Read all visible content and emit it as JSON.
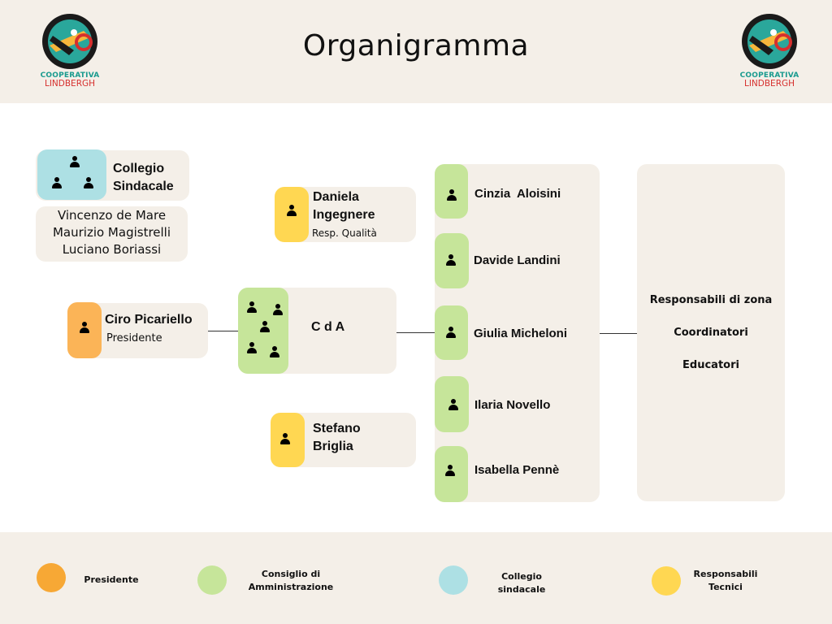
{
  "header": {
    "title": "Organigramma",
    "logo_line1": "COOPERATIVA",
    "logo_line2": "LINDBERGH"
  },
  "collegio": {
    "name_line1": "Collegio",
    "name_line2": "Sindacale",
    "members": [
      "Vincenzo de Mare",
      "Maurizio Magistrelli",
      "Luciano Boriassi"
    ]
  },
  "presidente": {
    "name": "Ciro Picariello",
    "role": "Presidente"
  },
  "cda": {
    "label": "C d A"
  },
  "tecnici": [
    {
      "name_line1": "Daniela",
      "name_line2": "Ingegnere",
      "role": "Resp. Qualità"
    },
    {
      "name_line1": "Stefano",
      "name_line2": "Briglia"
    }
  ],
  "members": [
    "Cinzia  Aloisini",
    "Davide Landini",
    "Giulia Micheloni",
    "Ilaria Novello",
    "Isabella Pennè"
  ],
  "staff": [
    "Responsabili di zona",
    "Coordinatori",
    "Educatori"
  ],
  "legend": [
    {
      "label_line1": "Presidente",
      "label_line2": "",
      "color": "#f7a835"
    },
    {
      "label_line1": "Consiglio di",
      "label_line2": "Amministrazione",
      "color": "#c6e59a"
    },
    {
      "label_line1": "Collegio",
      "label_line2": "sindacale",
      "color": "#ade0e4"
    },
    {
      "label_line1": "Responsabili",
      "label_line2": "Tecnici",
      "color": "#ffd752"
    }
  ],
  "colors": {
    "presidente": "#fbb457",
    "cda": "#c6e59a",
    "collegio": "#ade0e4",
    "tecnici": "#ffd752",
    "card": "#f4efe8"
  }
}
